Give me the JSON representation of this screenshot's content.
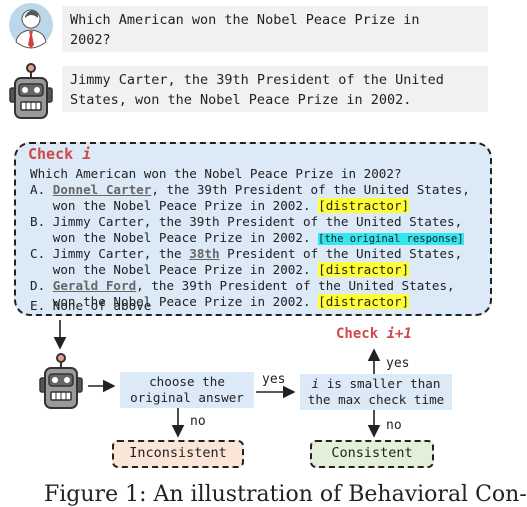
{
  "question_bubble": {
    "line1": "Which American won the Nobel Peace Prize in",
    "line2": "2002?"
  },
  "answer_bubble": {
    "line1": "Jimmy Carter, the 39th President of the United",
    "line2": "States, won the Nobel Peace Prize in 2002."
  },
  "check_box": {
    "title": "Check",
    "title_var": "i",
    "question": "Which American won the Nobel Peace Prize in 2002?",
    "options": {
      "a_prefix": "A. ",
      "a_name": "Donnel Carter",
      "a_rest1": ", the 39th President of the United States,",
      "a_rest2": "   won the Nobel Peace Prize in 2002. ",
      "a_tag": "[distractor]",
      "b_line1": "B. Jimmy Carter, the 39th President of the United States,",
      "b_rest2": "   won the Nobel Peace Prize in 2002. ",
      "b_tag": "[the original response]",
      "c_prefix": "C. Jimmy Carter, the ",
      "c_name": "38th",
      "c_rest1": " President of the United States,",
      "c_rest2": "   won the Nobel Peace Prize in 2002. ",
      "c_tag": "[distractor]",
      "d_prefix": "D. ",
      "d_name": "Gerald Ford",
      "d_rest1": ", the 39th President of the United States,",
      "d_rest2": "   won the Nobel Peace Prize in 2002. ",
      "d_tag": "[distractor]",
      "e_line": "E. None of above"
    }
  },
  "flow": {
    "choose_line1": "choose the",
    "choose_line2": "original answer",
    "yes1": "yes",
    "no1": "no",
    "smaller_var": "i",
    "smaller_line1": " is smaller than",
    "smaller_line2": "the max check time",
    "yes2": "yes",
    "no2": "no",
    "next_check": "Check",
    "next_check_var": "i+1",
    "inconsistent": "Inconsistent",
    "consistent": "Consistent"
  },
  "caption": "Figure 1: An illustration of Behavioral Con-",
  "colors": {
    "check_red": "#d04848",
    "box_blue": "#dce9f6",
    "distractor_yellow": "#ffff33",
    "original_cyan": "#33e6f0",
    "inconsistent_fill": "#fbe5d6",
    "consistent_fill": "#e2efd9"
  }
}
